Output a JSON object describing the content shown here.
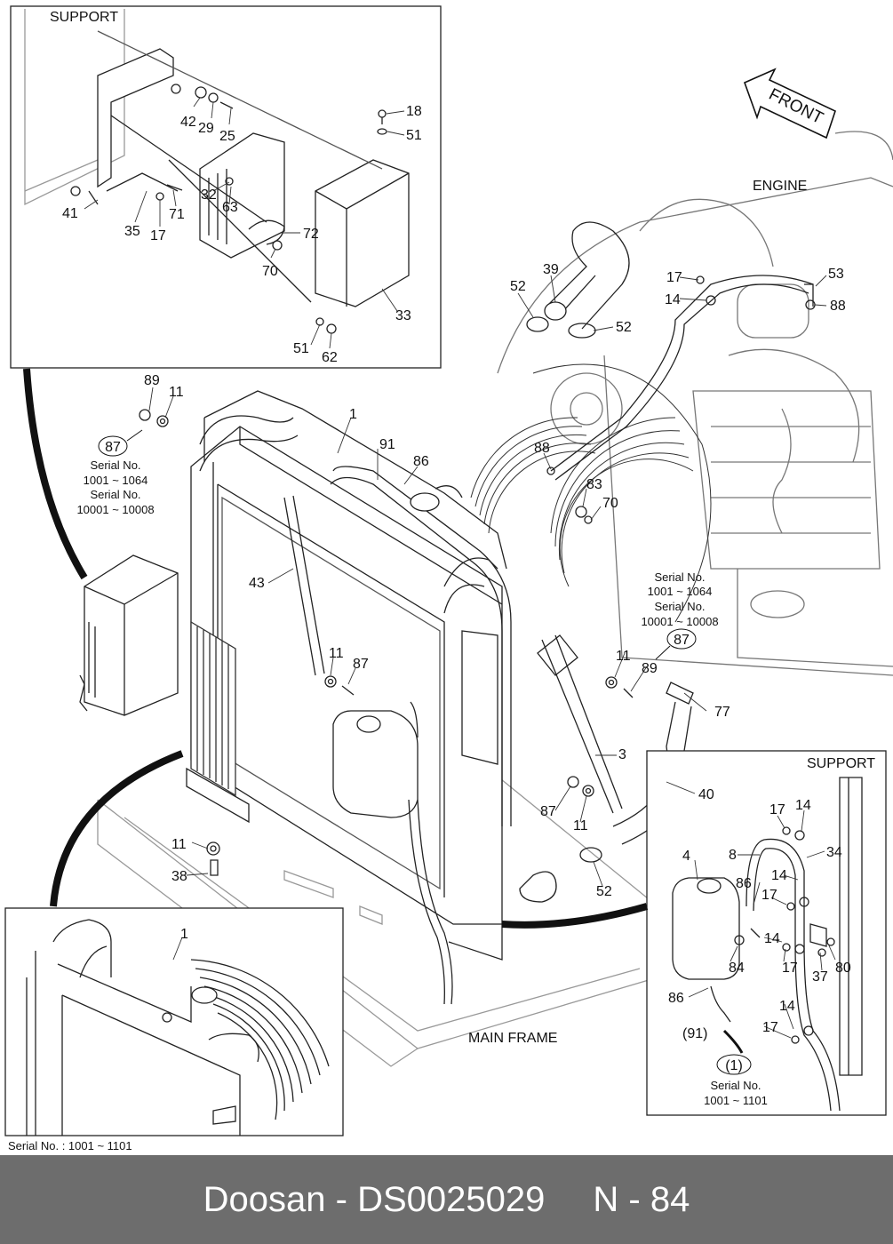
{
  "insets": {
    "top_left": {
      "title": "SUPPORT"
    },
    "right": {
      "title": "SUPPORT"
    },
    "bottom_left": {
      "caption": "Serial No. : 1001 ~ 1101"
    }
  },
  "labels": {
    "front": "FRONT",
    "engine": "ENGINE",
    "main_frame": "MAIN FRAME"
  },
  "serial_notes": {
    "left": [
      "Serial No.",
      "1001 ~ 1064",
      "Serial No.",
      "10001 ~ 10008"
    ],
    "right": [
      "Serial No.",
      "1001 ~ 1064",
      "Serial No.",
      "10001 ~ 10008"
    ],
    "inset": [
      "Serial No.",
      "1001 ~ 1101"
    ]
  },
  "refs": {
    "r87a": "87",
    "r87b": "87",
    "r1": "(1)",
    "r91": "(91)"
  },
  "parts": {
    "p18": "18",
    "p51a": "51",
    "p42": "42",
    "p29": "29",
    "p25": "25",
    "p32": "32",
    "p63": "63",
    "p41": "41",
    "p35": "35",
    "p17a": "17",
    "p71": "71",
    "p72": "72",
    "p70a": "70",
    "p33": "33",
    "p51b": "51",
    "p62": "62",
    "p39": "39",
    "p52a": "52",
    "p52b": "52",
    "p17b": "17",
    "p14a": "14",
    "p53": "53",
    "p88a": "88",
    "p89a": "89",
    "p11a": "11",
    "p1a": "1",
    "p91": "91",
    "p86a": "86",
    "p88b": "88",
    "p83": "83",
    "p70b": "70",
    "p43": "43",
    "p11b": "11",
    "p87a": "87",
    "p11c": "11",
    "p89b": "89",
    "p77": "77",
    "p3": "3",
    "p40": "40",
    "p87b": "87",
    "p11d": "11",
    "p52c": "52",
    "p11e": "11",
    "p38": "38",
    "p1b": "1",
    "p17c": "17",
    "p14b": "14",
    "p8": "8",
    "p34": "34",
    "p4": "4",
    "p86b": "86",
    "p14c": "14",
    "p17d": "17",
    "p14d": "14",
    "p84": "84",
    "p17e": "17",
    "p37": "37",
    "p80": "80",
    "p86c": "86",
    "p14e": "14",
    "p17f": "17"
  },
  "footer": {
    "brand_code": "Doosan - DS0025029",
    "page": "N - 84"
  }
}
